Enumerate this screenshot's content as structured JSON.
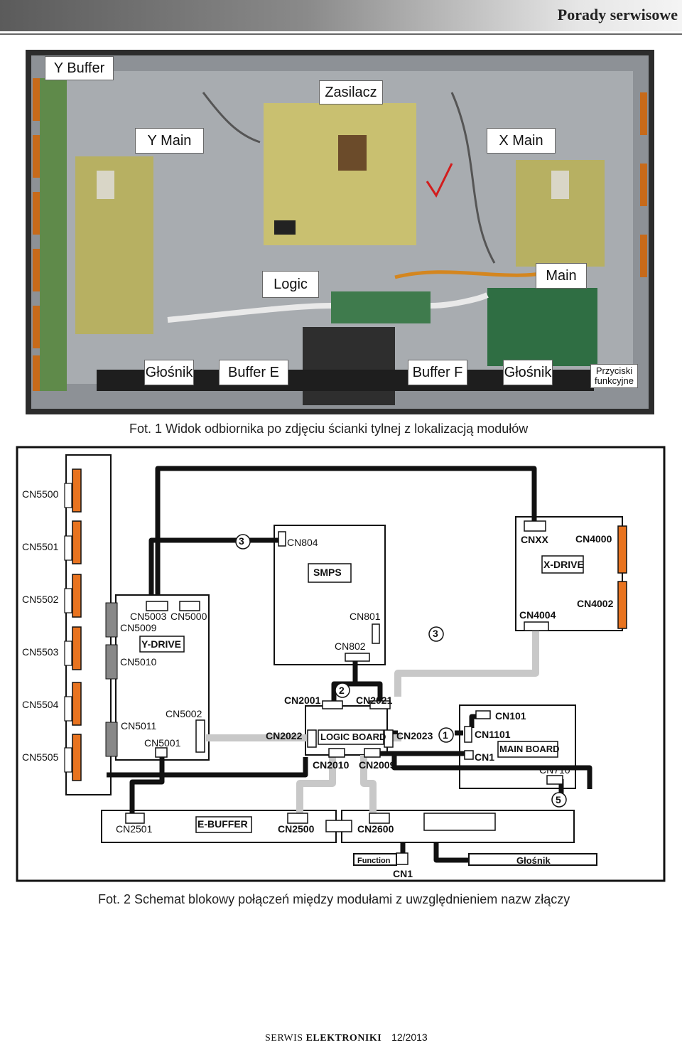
{
  "header": {
    "section_title": "Porady serwisowe"
  },
  "photo": {
    "labels": {
      "y_buffer": "Y Buffer",
      "zasilacz": "Zasilacz",
      "y_main": "Y Main",
      "x_main": "X Main",
      "logic": "Logic",
      "main": "Main",
      "glosnik_left": "Głośnik",
      "buffer_e": "Buffer E",
      "buffer_f": "Buffer F",
      "glosnik_right": "Głośnik",
      "przyciski_line1": "Przyciski",
      "przyciski_line2": "funkcyjne"
    },
    "caption": "Fot. 1 Widok odbiornika po zdjęciu ścianki tylnej z lokalizacją modułów"
  },
  "diagram": {
    "left_connectors": [
      "CN5500",
      "CN5501",
      "CN5502",
      "CN5503",
      "CN5504",
      "CN5505"
    ],
    "smps": {
      "title": "SMPS",
      "cn804": "CN804",
      "cn801": "CN801",
      "cn802": "CN802"
    },
    "xdrive": {
      "title": "X-DRIVE",
      "cnxx": "CNXX",
      "cn4000": "CN4000",
      "cn4004": "CN4004",
      "cn4002": "CN4002"
    },
    "ydrive": {
      "title": "Y-DRIVE",
      "cn5003": "CN5003",
      "cn5000": "CN5000",
      "cn5009": "CN5009",
      "cn5010": "CN5010",
      "cn5011": "CN5011",
      "cn5002": "CN5002",
      "cn5001": "CN5001"
    },
    "logic": {
      "title": "LOGIC BOARD",
      "cn2001": "CN2001",
      "cn2021": "CN2021",
      "cn2022": "CN2022",
      "cn2023": "CN2023",
      "cn2010": "CN2010",
      "cn2009": "CN2009"
    },
    "mainboard": {
      "title": "MAIN BOARD",
      "cn101": "CN101",
      "cn1101": "CN1101",
      "cn1": "CN1",
      "cn710": "CN710"
    },
    "buffer": {
      "cn2501": "CN2501",
      "title": "E-BUFFER",
      "cn2500": "CN2500",
      "cn2600": "CN2600"
    },
    "function": {
      "title": "Function",
      "cn1": "CN1"
    },
    "speaker": {
      "title": "Głośnik"
    },
    "markers": [
      "3",
      "3",
      "2",
      "1",
      "5"
    ],
    "caption": "Fot. 2 Schemat blokowy połączeń między modułami z uwzględnieniem nazw złączy"
  },
  "footer": {
    "brand_a": "SERWIS ",
    "brand_b": "ELEKTRONIKI",
    "issue": "12/2013"
  },
  "colors": {
    "orange": "#e8731f",
    "gray_cable": "#c8c8c8"
  }
}
